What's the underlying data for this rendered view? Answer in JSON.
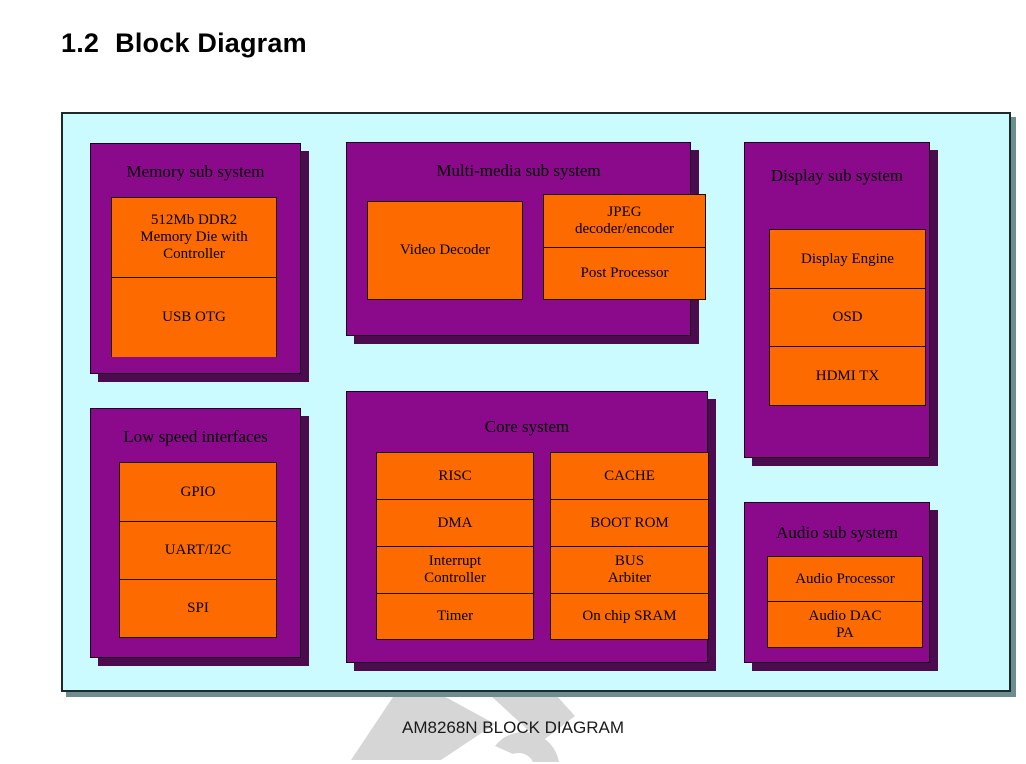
{
  "title": {
    "number": "1.2",
    "text": "Block Diagram"
  },
  "caption": "AM8268N BLOCK DIAGRAM",
  "colors": {
    "panel_background": "#ccfbff",
    "group_purple": "#8b0a8b",
    "group_shadow": "#4c0b4f",
    "block_orange": "#fc6a00",
    "text": "#000000",
    "panel_border": "#1b2b2b",
    "panel_shadow": "#6e8d90",
    "watermark": "#d2d2d2"
  },
  "groups": [
    {
      "id": "memory-sub-system",
      "title": "Memory sub system",
      "blocks": [
        {
          "id": "ddr2-memory-die",
          "lines": [
            "512Mb DDR2",
            "Memory Die with",
            "Controller"
          ]
        },
        {
          "id": "usb-otg",
          "lines": [
            "USB OTG"
          ]
        }
      ]
    },
    {
      "id": "multi-media-sub-system",
      "title": "Multi-media sub system",
      "blocks": [
        {
          "id": "video-decoder",
          "lines": [
            "Video Decoder"
          ]
        },
        {
          "id": "jpeg-decoder-encoder",
          "lines": [
            "JPEG",
            "decoder/encoder"
          ]
        },
        {
          "id": "post-processor",
          "lines": [
            "Post Processor"
          ]
        }
      ]
    },
    {
      "id": "display-sub-system",
      "title": "Display sub system",
      "blocks": [
        {
          "id": "display-engine",
          "lines": [
            "Display Engine"
          ]
        },
        {
          "id": "osd",
          "lines": [
            "OSD"
          ]
        },
        {
          "id": "hdmi-tx",
          "lines": [
            "HDMI TX"
          ]
        }
      ]
    },
    {
      "id": "low-speed-interfaces",
      "title": "Low speed interfaces",
      "blocks": [
        {
          "id": "gpio",
          "lines": [
            "GPIO"
          ]
        },
        {
          "id": "uart-i2c",
          "lines": [
            "UART/I2C"
          ]
        },
        {
          "id": "spi",
          "lines": [
            "SPI"
          ]
        }
      ]
    },
    {
      "id": "core-system",
      "title": "Core system",
      "blocks": [
        {
          "id": "risc",
          "lines": [
            "RISC"
          ]
        },
        {
          "id": "dma",
          "lines": [
            "DMA"
          ]
        },
        {
          "id": "interrupt-controller",
          "lines": [
            "Interrupt",
            "Controller"
          ]
        },
        {
          "id": "timer",
          "lines": [
            "Timer"
          ]
        },
        {
          "id": "cache",
          "lines": [
            "CACHE"
          ]
        },
        {
          "id": "boot-rom",
          "lines": [
            "BOOT ROM"
          ]
        },
        {
          "id": "bus-arbiter",
          "lines": [
            "BUS",
            "Arbiter"
          ]
        },
        {
          "id": "on-chip-sram",
          "lines": [
            "On chip SRAM"
          ]
        }
      ]
    },
    {
      "id": "audio-sub-system",
      "title": "Audio sub system",
      "blocks": [
        {
          "id": "audio-processor",
          "lines": [
            "Audio Processor"
          ]
        },
        {
          "id": "audio-dac-pa",
          "lines": [
            "Audio DAC",
            "PA"
          ]
        }
      ]
    }
  ]
}
